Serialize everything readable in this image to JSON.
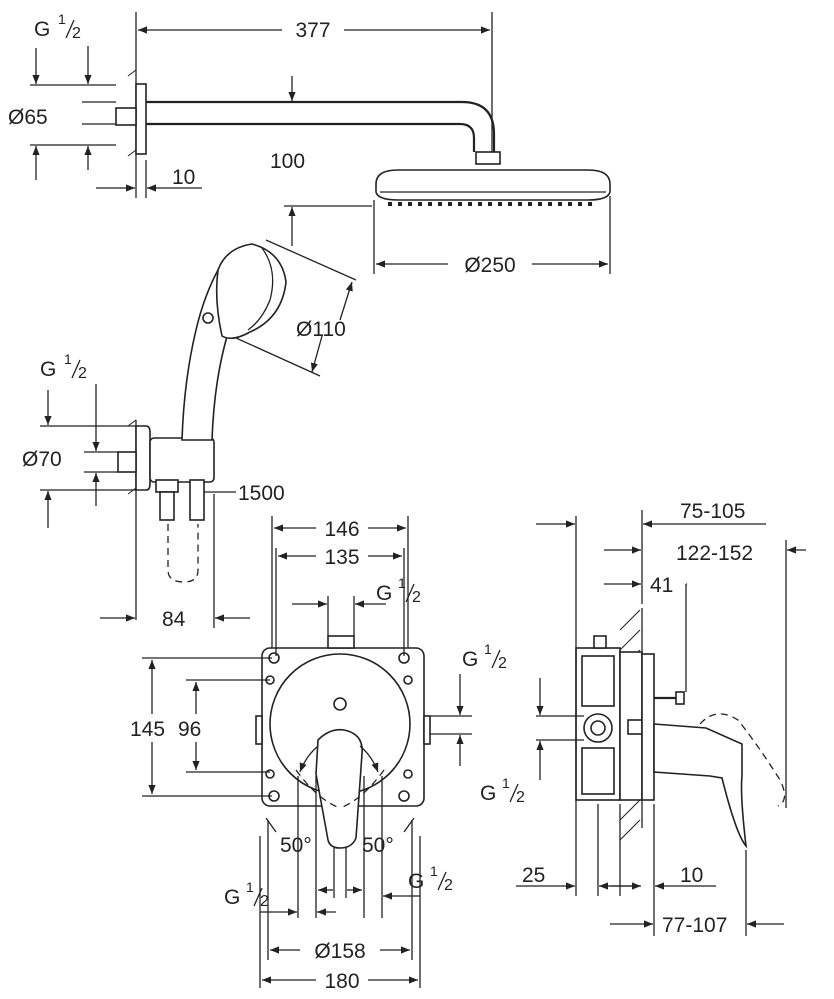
{
  "diagram": {
    "dimensions": {
      "overall_width": "377",
      "arm_projection": "100",
      "flange_depth": "10",
      "head_diameter": "Ø250",
      "arm_diameter": "Ø65",
      "hand_shower_diameter": "Ø110",
      "outlet_diameter": "Ø70",
      "hose_length": "1500",
      "outlet_projection": "84",
      "box_width_outer": "146",
      "box_width_inner": "135",
      "box_height": "145",
      "box_center_height": "96",
      "angle_left": "50°",
      "angle_right": "50°",
      "rosette_diameter": "Ø158",
      "rosette_width": "180",
      "install_depth_range": "75-105",
      "overall_depth_range": "122-152",
      "wall_offset": "41",
      "wall_thickness": "25",
      "rosette_depth": "10",
      "handle_depth_range": "77-107"
    },
    "thread_label": {
      "letter": "G",
      "numerator": "1",
      "denominator": "2"
    }
  }
}
